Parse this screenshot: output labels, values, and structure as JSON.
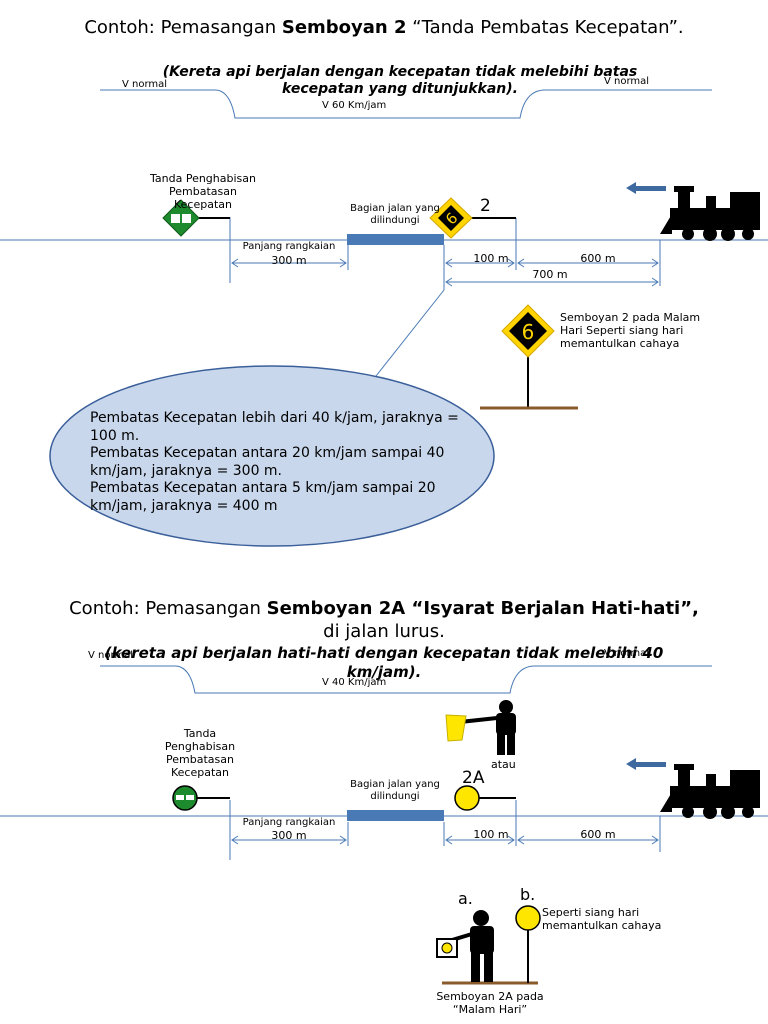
{
  "section1": {
    "title_prefix": "Contoh: Pemasangan ",
    "title_bold": "Semboyan 2",
    "title_suffix": " “Tanda Pembatas Kecepatan”.",
    "subtitle": "(Kereta api berjalan dengan kecepatan tidak melebihi batas kecepatan yang ditunjukkan).",
    "v_normal_left": "V normal",
    "v_normal_right": "V normal",
    "v_limit": "V 60 Km/jam",
    "end_sign_label": "Tanda  Penghabisan Pembatasan Kecepatan",
    "protected_label": "Bagian jalan yang dilindungi",
    "sign_number": "2",
    "sign_digit": "6",
    "train_length_label": "Panjang rangkaian",
    "train_length_value": "300 m",
    "dist_100": "100 m",
    "dist_600": "600 m",
    "dist_700": "700 m",
    "night_sign_digit": "6",
    "night_note": "Semboyan 2 pada Malam Hari Seperti siang hari memantulkan cahaya",
    "ellipse_lines": [
      "Pembatas Kecepatan lebih dari 40 k/jam, jaraknya = 100 m.",
      "Pembatas Kecepatan antara 20 km/jam sampai 40 km/jam, jaraknya = 300 m.",
      "Pembatas Kecepatan antara 5 km/jam sampai  20 km/jam, jaraknya = 400 m"
    ]
  },
  "section2": {
    "title_prefix": "Contoh: Pemasangan ",
    "title_bold": "Semboyan 2A “Isyarat Berjalan Hati-hati”,",
    "title_suffix": " di jalan lurus.",
    "subtitle": "(kereta api berjalan hati-hati dengan kecepatan tidak melebihi 40 km/jam).",
    "v_normal_left": "V normal",
    "v_normal_right": "V normal",
    "v_limit": "V  40 Km/jam",
    "end_sign_label": "Tanda Penghabisan Pembatasan Kecepatan",
    "atau": "atau",
    "sign_number": "2A",
    "protected_label": "Bagian jalan yang dilindungi",
    "train_length_label": "Panjang rangkaian",
    "train_length_value": "300 m",
    "dist_100": "100 m",
    "dist_600": "600 m",
    "label_a": "a.",
    "label_b": "b.",
    "night_note": "Seperti siang hari memantulkan cahaya",
    "caption": "Semboyan 2A pada “Malam Hari”"
  },
  "colors": {
    "line": "#4a7ab5",
    "track_block": "#4a7ab5",
    "green": "#1e8a2e",
    "yellow": "#ffe600",
    "ellipse_fill": "#c9d7ec",
    "ellipse_stroke": "#3a5f9a",
    "ground": "#8a5a2b",
    "arrow": "#3e6aa0"
  },
  "icons": [
    "train-icon",
    "left-arrow-icon",
    "flag-person-icon",
    "lamp-person-icon",
    "diamond-sign-icon",
    "green-sign-icon",
    "yellow-disc-icon"
  ]
}
